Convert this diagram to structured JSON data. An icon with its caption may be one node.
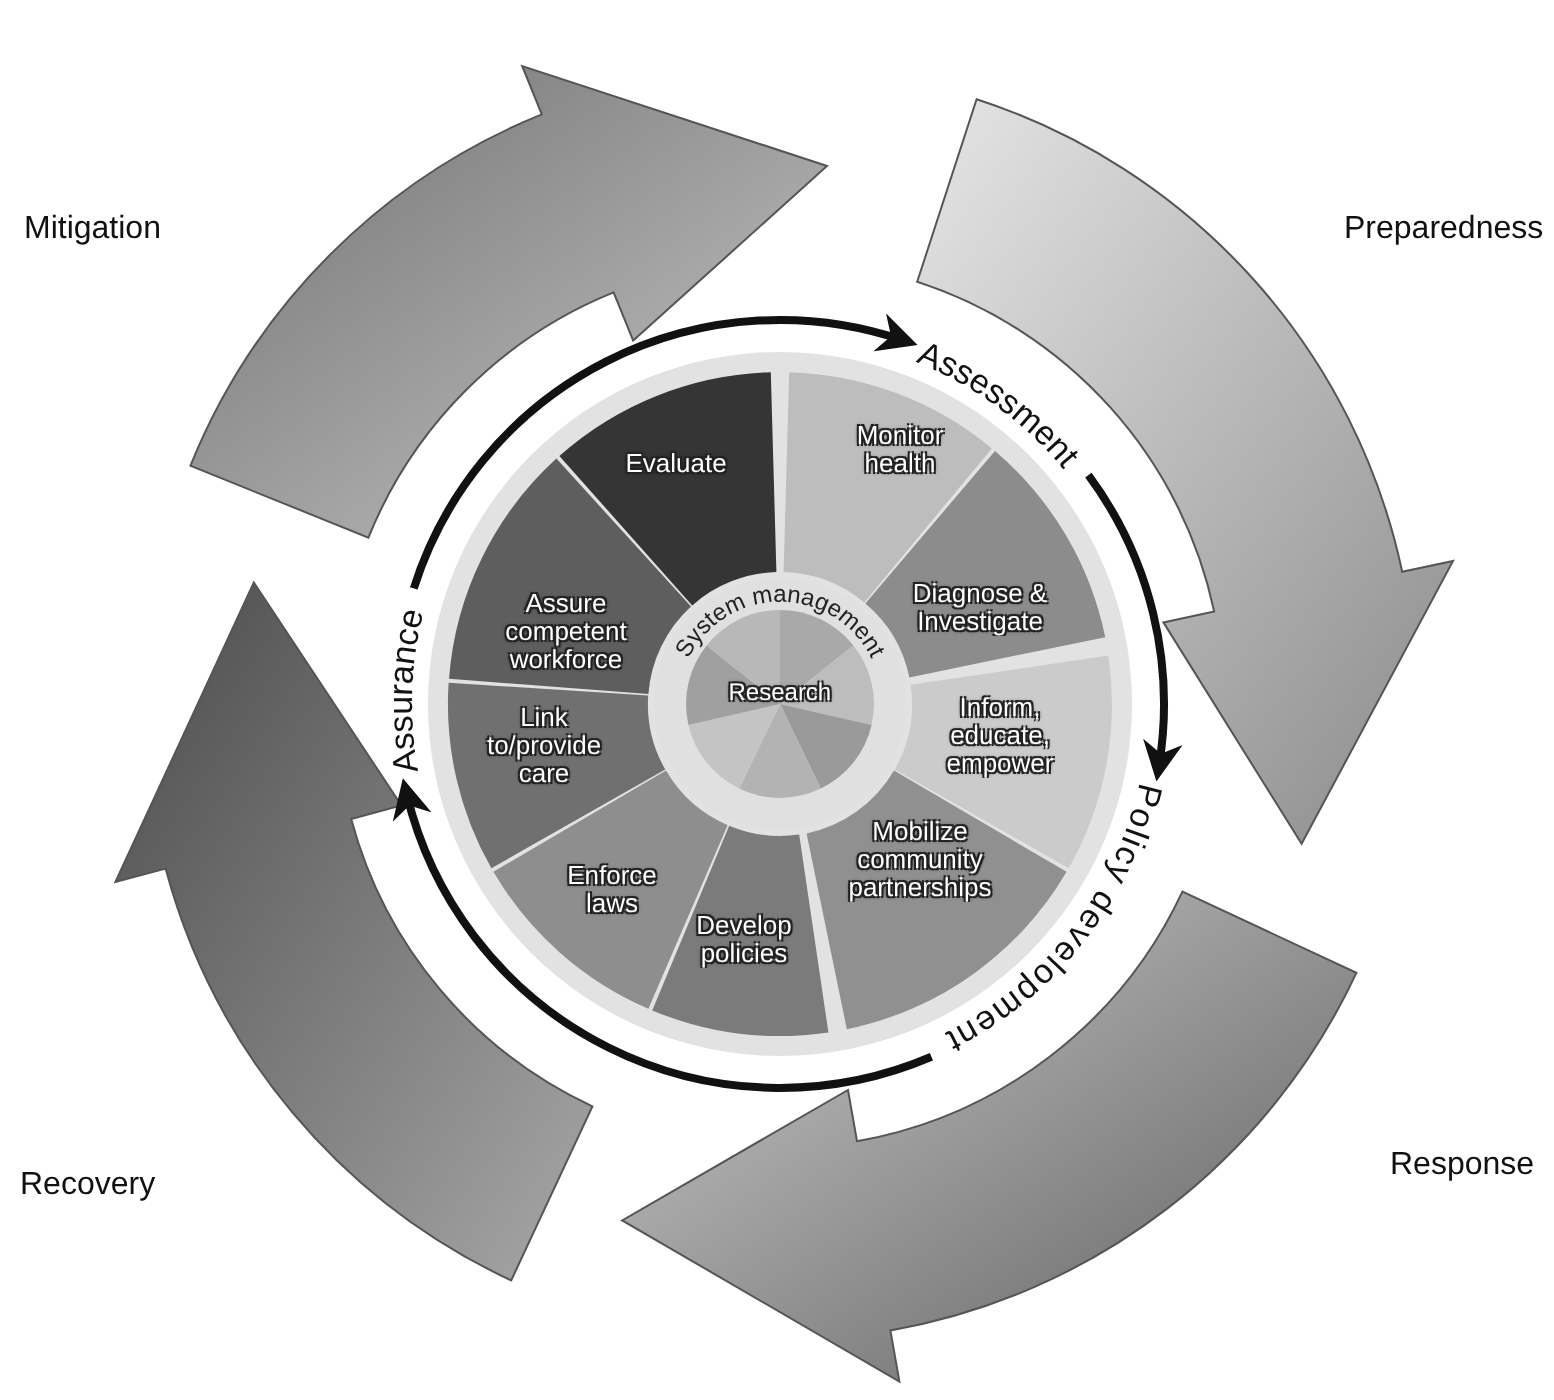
{
  "diagram": {
    "nodes": [
      {
        "text": [
          "Monitor health"
        ]
      },
      {
        "text": [
          "Diagnose & Investigate"
        ]
      },
      {
        "text": [
          "Inform, educate, empower"
        ]
      },
      {
        "text": [
          "Mobilize community partnerships"
        ]
      },
      {
        "text": [
          "Develop policies"
        ]
      },
      {
        "text": [
          "Enforce laws"
        ]
      },
      {
        "text": [
          "Link to/provide care"
        ]
      },
      {
        "text": [
          "Assure competent workforce"
        ]
      },
      {
        "text": [
          "Evaluate"
        ]
      },
      {
        "text": [
          "System management"
        ]
      },
      {
        "text": [
          "Research"
        ],
        "in": 9
      },
      {
        "text": [
          "Assessment"
        ]
      },
      {
        "text": [
          "Policy development"
        ]
      },
      {
        "text": [
          "Assurance"
        ]
      }
    ],
    "edges": [
      {
        "from": 13,
        "to": 11,
        "arrow": "to"
      },
      {
        "from": 11,
        "to": 12,
        "arrow": "to"
      },
      {
        "from": 12,
        "to": 13,
        "arrow": "to"
      }
    ],
    "labels": [
      "Mitigation",
      "Preparedness",
      "Recovery",
      "Response"
    ]
  }
}
